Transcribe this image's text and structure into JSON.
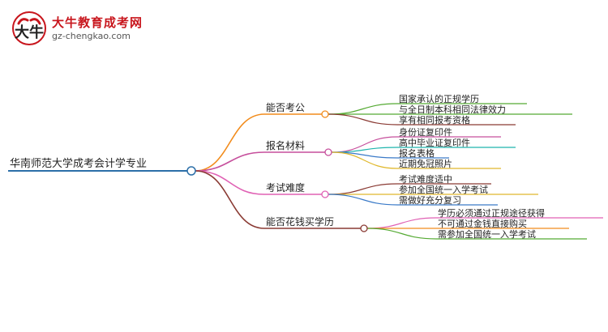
{
  "header": {
    "site_name": "大牛教育成考网",
    "site_url": "gz-chengkao.com"
  },
  "colors": {
    "root": "#2c6fa8",
    "branch1": "#f28c1c",
    "branch2": "#c64f9c",
    "branch3": "#e061b4",
    "branch4": "#8a3a33",
    "leaf_green": "#55aa33",
    "leaf_teal": "#1fb5ad",
    "leaf_yellow": "#e0b82c",
    "leaf_blue": "#3a7ac8"
  },
  "mindmap": {
    "root": "华南师范大学成考会计学专业",
    "branches": [
      {
        "label": "能否考公",
        "leaves": [
          "国家承认的正规学历",
          "与全日制本科相同法律效力",
          "享有相同报考资格"
        ]
      },
      {
        "label": "报名材料",
        "leaves": [
          "身份证复印件",
          "高中毕业证复印件",
          "报名表格",
          "近期免冠照片"
        ]
      },
      {
        "label": "考试难度",
        "leaves": [
          "考试难度适中",
          "参加全国统一入学考试",
          "需做好充分复习"
        ]
      },
      {
        "label": "能否花钱买学历",
        "leaves": [
          "学历必须通过正规途径获得",
          "不可通过金钱直接购买",
          "需参加全国统一入学考试"
        ]
      }
    ]
  }
}
